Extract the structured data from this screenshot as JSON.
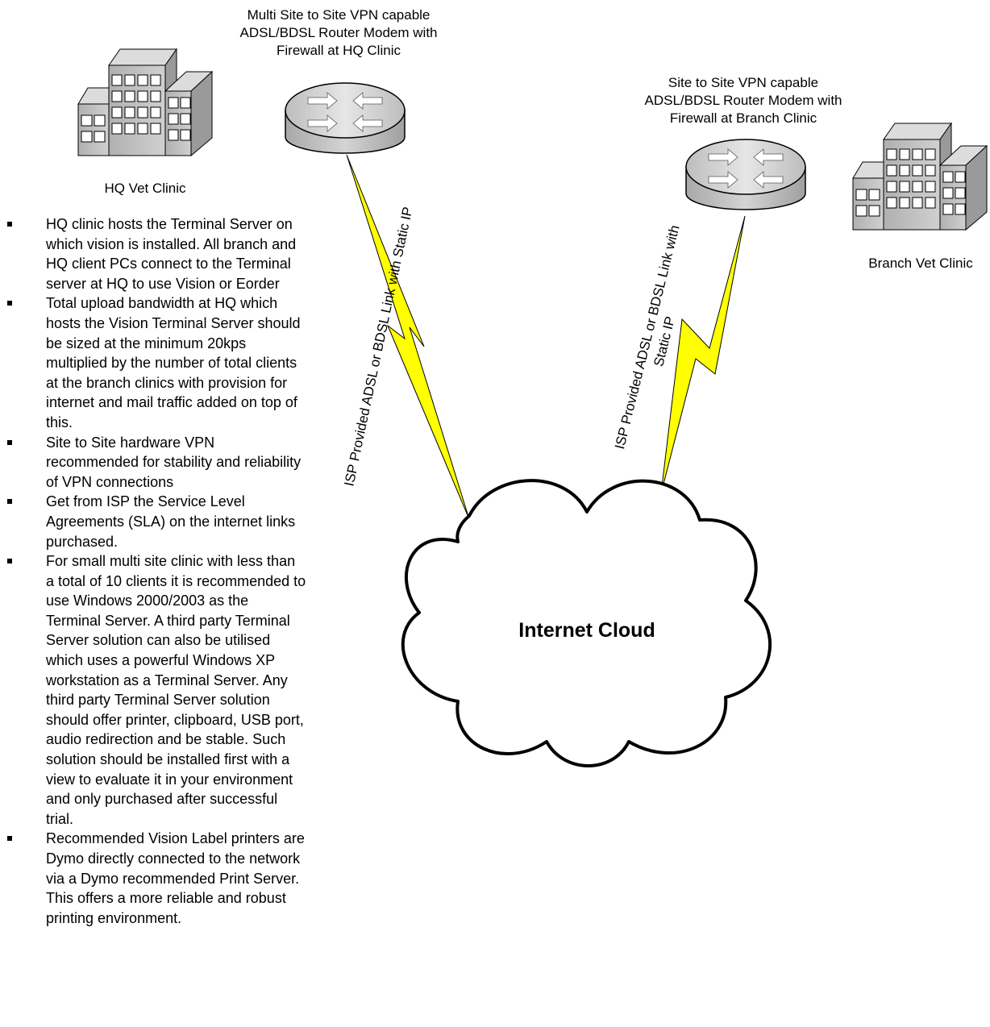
{
  "labels": {
    "hq_router": "Multi Site to Site VPN capable\nADSL/BDSL Router Modem with\nFirewall at HQ Clinic",
    "branch_router": "Site to Site VPN capable\nADSL/BDSL Router Modem with\nFirewall at Branch Clinic",
    "hq_clinic": "HQ Vet Clinic",
    "branch_clinic": "Branch Vet Clinic",
    "hq_link": "ISP Provided ADSL or BDSL Link with Static IP",
    "branch_link": "ISP Provided ADSL or BDSL Link with\nStatic IP",
    "cloud": "Internet Cloud"
  },
  "notes": [
    "HQ clinic hosts the Terminal Server on which vision is installed. All branch and HQ client PCs connect to the Terminal server at HQ to use Vision or Eorder",
    "Total upload bandwidth at HQ which hosts the Vision Terminal Server should be sized at the minimum 20kps multiplied by the number of total clients at the branch clinics with provision for internet and mail traffic added on top of this.",
    "Site to Site hardware VPN recommended for stability and reliability of VPN connections",
    "Get from ISP the Service Level Agreements (SLA) on the internet links purchased.",
    "For small multi site clinic with less than a total of 10 clients it is recommended to use Windows 2000/2003 as the Terminal Server. A third party Terminal Server solution can also be utilised which uses a powerful Windows XP workstation as a Terminal Server. Any third party Terminal Server solution should offer printer, clipboard, USB port, audio redirection and be stable. Such solution should be installed first with a view to evaluate it in your environment and only purchased after successful trial.",
    "Recommended Vision Label printers are Dymo directly connected to the network via a Dymo recommended Print Server. This offers a more reliable and robust printing environment."
  ],
  "colors": {
    "link": "#ffff00",
    "building": "#c0c0c0",
    "router": "#c8c8c8"
  }
}
